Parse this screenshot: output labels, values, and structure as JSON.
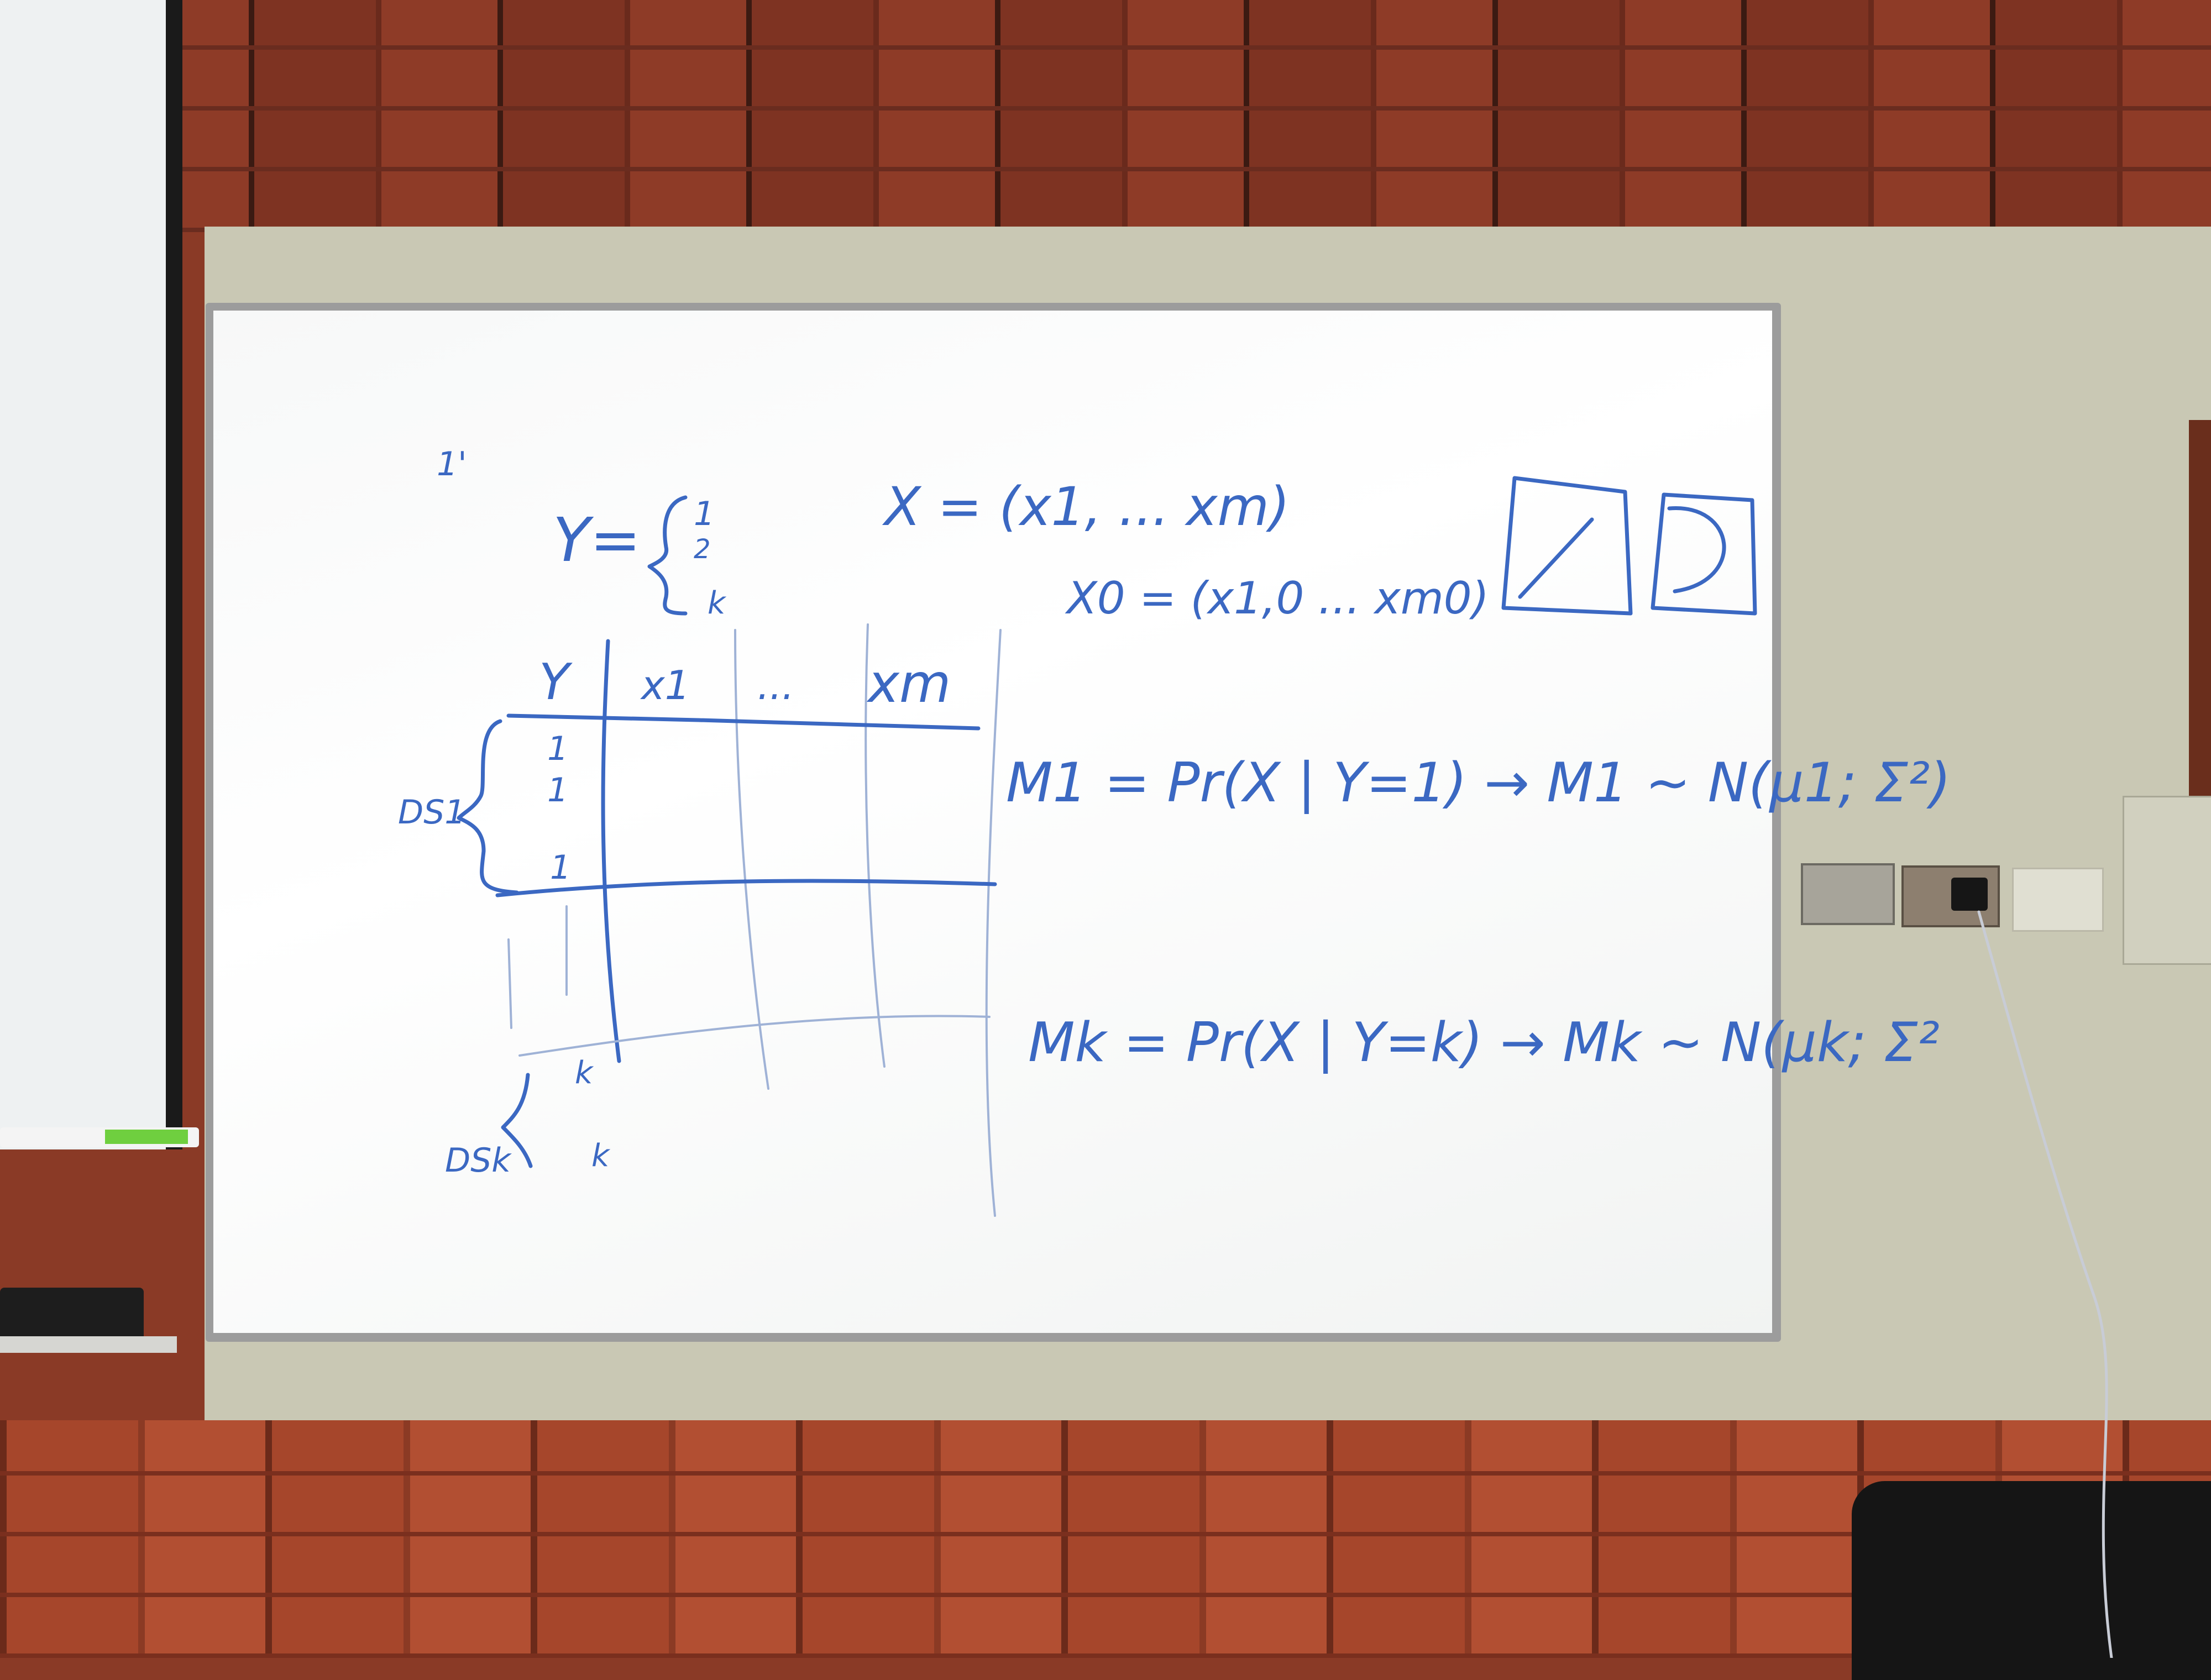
{
  "scene": {
    "subject": "whiteboard"
  },
  "board": {
    "marks": {
      "line0": "1'"
    },
    "y_def": {
      "lhs": "Y=",
      "vals": [
        "1",
        "2",
        "k"
      ]
    },
    "x_def": {
      "line1": "X = (x1, ... xm)",
      "line2": "X0 = (x1,0 ... xm0)"
    },
    "table": {
      "headers": [
        "Y",
        "x1",
        "...",
        "xm"
      ],
      "col_y_top": [
        "1",
        "1",
        "1"
      ],
      "col_y_bottom": [
        "k",
        "k"
      ],
      "brace1": "DS1",
      "brace2": "DSk"
    },
    "equations": {
      "m1": "M1 = Pr(X | Y=1) → M1 ∼ N(μ1; Σ²)",
      "mk": "Mk = Pr(X | Y=k) → Mk ∼ N(μk; Σ²"
    }
  }
}
